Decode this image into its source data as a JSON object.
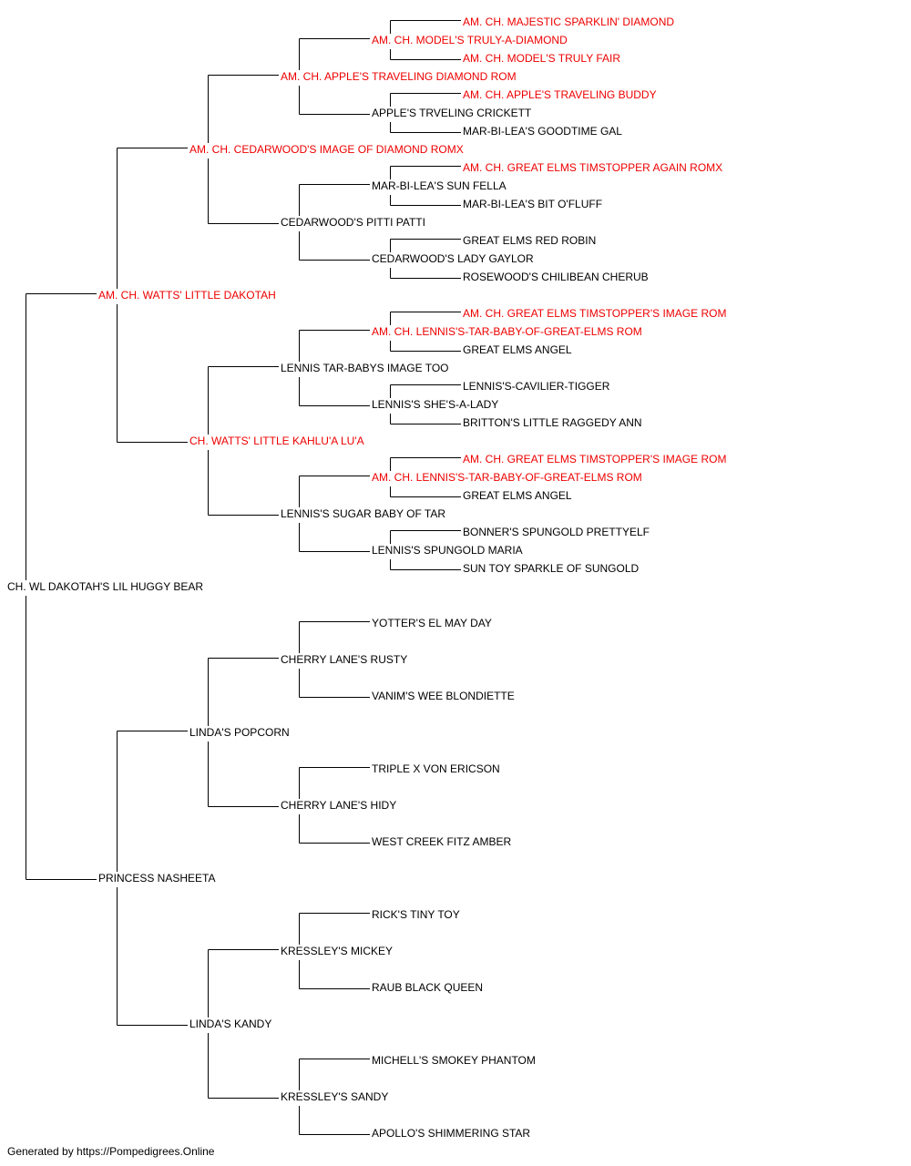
{
  "colors": {
    "titled": "#ee0000",
    "plain": "#000000",
    "line": "#000000"
  },
  "pedigree": {
    "name": "CH. WL DAKOTAH'S LIL HUGGY BEAR",
    "titled": false,
    "sire": {
      "name": "AM. CH. WATTS' LITTLE DAKOTAH",
      "titled": true,
      "sire": {
        "name": "AM. CH. CEDARWOOD'S IMAGE OF DIAMOND ROMX",
        "titled": true,
        "sire": {
          "name": "AM. CH. APPLE'S TRAVELING DIAMOND ROM",
          "titled": true,
          "sire": {
            "name": "AM. CH. MODEL'S TRULY-A-DIAMOND",
            "titled": true,
            "sire": {
              "name": "AM. CH. MAJESTIC SPARKLIN' DIAMOND",
              "titled": true
            },
            "dam": {
              "name": "AM. CH. MODEL'S TRULY FAIR",
              "titled": true
            }
          },
          "dam": {
            "name": "APPLE'S TRVELING CRICKETT",
            "titled": false,
            "sire": {
              "name": "AM. CH. APPLE'S TRAVELING BUDDY",
              "titled": true
            },
            "dam": {
              "name": "MAR-BI-LEA'S GOODTIME GAL",
              "titled": false
            }
          }
        },
        "dam": {
          "name": "CEDARWOOD'S PITTI PATTI",
          "titled": false,
          "sire": {
            "name": "MAR-BI-LEA'S SUN FELLA",
            "titled": false,
            "sire": {
              "name": "AM. CH. GREAT ELMS TIMSTOPPER AGAIN ROMX",
              "titled": true
            },
            "dam": {
              "name": "MAR-BI-LEA'S BIT O'FLUFF",
              "titled": false
            }
          },
          "dam": {
            "name": "CEDARWOOD'S LADY GAYLOR",
            "titled": false,
            "sire": {
              "name": "GREAT ELMS RED ROBIN",
              "titled": false
            },
            "dam": {
              "name": "ROSEWOOD'S CHILIBEAN CHERUB",
              "titled": false
            }
          }
        }
      },
      "dam": {
        "name": "CH. WATTS' LITTLE KAHLU'A LU'A",
        "titled": true,
        "sire": {
          "name": "LENNIS TAR-BABYS IMAGE TOO",
          "titled": false,
          "sire": {
            "name": "AM. CH. LENNIS'S-TAR-BABY-OF-GREAT-ELMS ROM",
            "titled": true,
            "sire": {
              "name": "AM. CH. GREAT ELMS TIMSTOPPER'S IMAGE ROM",
              "titled": true
            },
            "dam": {
              "name": "GREAT ELMS ANGEL",
              "titled": false
            }
          },
          "dam": {
            "name": "LENNIS'S SHE'S-A-LADY",
            "titled": false,
            "sire": {
              "name": "LENNIS'S-CAVILIER-TIGGER",
              "titled": false
            },
            "dam": {
              "name": "BRITTON'S LITTLE RAGGEDY ANN",
              "titled": false
            }
          }
        },
        "dam": {
          "name": "LENNIS'S SUGAR BABY OF TAR",
          "titled": false,
          "sire": {
            "name": "AM. CH. LENNIS'S-TAR-BABY-OF-GREAT-ELMS ROM",
            "titled": true,
            "sire": {
              "name": "AM. CH. GREAT ELMS TIMSTOPPER'S IMAGE ROM",
              "titled": true
            },
            "dam": {
              "name": "GREAT ELMS ANGEL",
              "titled": false
            }
          },
          "dam": {
            "name": "LENNIS'S SPUNGOLD MARIA",
            "titled": false,
            "sire": {
              "name": "BONNER'S SPUNGOLD PRETTYELF",
              "titled": false
            },
            "dam": {
              "name": "SUN TOY SPARKLE OF SUNGOLD",
              "titled": false
            }
          }
        }
      }
    },
    "dam": {
      "name": "PRINCESS NASHEETA",
      "titled": false,
      "sire": {
        "name": "LINDA'S POPCORN",
        "titled": false,
        "sire": {
          "name": "CHERRY LANE'S RUSTY",
          "titled": false,
          "sire": {
            "name": "YOTTER'S EL MAY DAY",
            "titled": false
          },
          "dam": {
            "name": "VANIM'S WEE BLONDIETTE",
            "titled": false
          }
        },
        "dam": {
          "name": "CHERRY LANE'S HIDY",
          "titled": false,
          "sire": {
            "name": "TRIPLE X VON ERICSON",
            "titled": false
          },
          "dam": {
            "name": "WEST CREEK FITZ AMBER",
            "titled": false
          }
        }
      },
      "dam": {
        "name": "LINDA'S KANDY",
        "titled": false,
        "sire": {
          "name": "KRESSLEY'S MICKEY",
          "titled": false,
          "sire": {
            "name": "RICK'S TINY TOY",
            "titled": false
          },
          "dam": {
            "name": "RAUB BLACK QUEEN",
            "titled": false
          }
        },
        "dam": {
          "name": "KRESSLEY'S SANDY",
          "titled": false,
          "sire": {
            "name": "MICHELL'S SMOKEY PHANTOM",
            "titled": false
          },
          "dam": {
            "name": "APOLLO'S SHIMMERING STAR",
            "titled": false
          }
        }
      }
    }
  },
  "footer": {
    "text": "Generated by https://Pompedigrees.Online"
  }
}
